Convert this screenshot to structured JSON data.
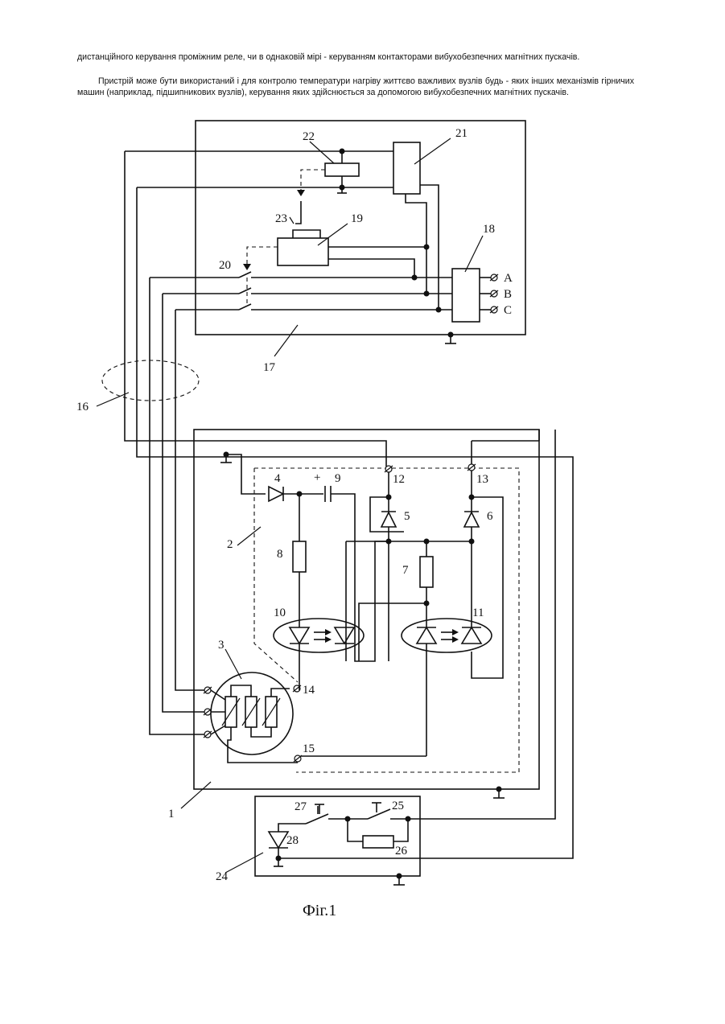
{
  "text": {
    "paragraph1": "дистанційного керування проміжним реле, чи в однаковій мірі - керуванням контакторами вибухобезпечних магнітних пускачів.",
    "paragraph2": "Пристрій може бути використаний і для контролю температури нагріву життєво важливих вузлів будь - яких інших механізмів гірничих машин (наприклад, підшипникових вузлів), керування яких здійснюється за допомогою вибухобезпечних магнітних пускачів."
  },
  "figure": {
    "caption": "Фіг.1",
    "labels": {
      "l1": "1",
      "l2": "2",
      "l3": "3",
      "l4": "4",
      "l5": "5",
      "l6": "6",
      "l7": "7",
      "l8": "8",
      "l9": "9",
      "l10": "10",
      "l11": "11",
      "l12": "12",
      "l13": "13",
      "l14": "14",
      "l15": "15",
      "l16": "16",
      "l17": "17",
      "l18": "18",
      "l19": "19",
      "l20": "20",
      "l21": "21",
      "l22": "22",
      "l23": "23",
      "l24": "24",
      "l25": "25",
      "l26": "26",
      "l27": "27",
      "l28": "28",
      "phaseA": "A",
      "phaseB": "B",
      "phaseC": "C",
      "plus": "+"
    }
  }
}
